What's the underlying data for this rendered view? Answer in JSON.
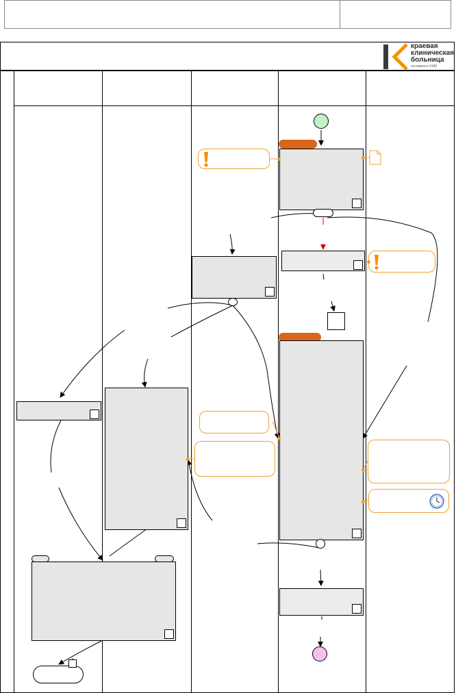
{
  "logo": {
    "lines": [
      "краевая",
      "клиническая",
      "больница"
    ],
    "tagline": "основана в 1942",
    "colors": {
      "dark": "#3a3a3a",
      "accent": "#f39200"
    }
  },
  "diagram": {
    "colors": {
      "start": "#c8f0c8",
      "end": "#f4c0f4",
      "process": "#e6e6e6",
      "note_border": "#f0a030",
      "lane_marker": "#d9661a",
      "arrow_red": "#dd0000"
    },
    "icons": [
      "warning-icon",
      "document-icon",
      "clock-icon"
    ]
  }
}
